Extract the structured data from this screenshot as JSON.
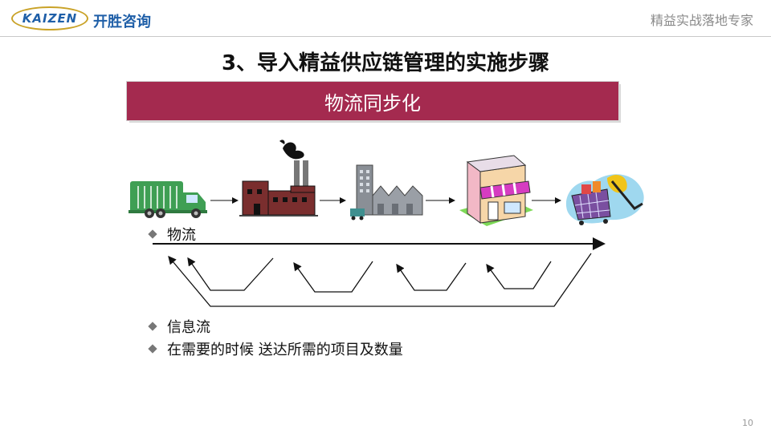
{
  "header": {
    "logo_text": "KAIZEN",
    "logo_cn": "开胜咨询",
    "tagline": "精益实战落地专家"
  },
  "slide": {
    "title": "3、导入精益供应链管理的实施步骤",
    "banner": "物流同步化",
    "bullets": [
      "物流",
      "信息流",
      "在需要的时候 送达所需的项目及数量"
    ],
    "page_number": "10"
  },
  "colors": {
    "banner": "#a42a4f",
    "logo_blue": "#1f5fa8",
    "logo_gold": "#c9a227"
  },
  "icons": [
    "garbage-truck-icon",
    "factory-icon",
    "warehouse-icon",
    "store-icon",
    "shopping-cart-icon"
  ]
}
